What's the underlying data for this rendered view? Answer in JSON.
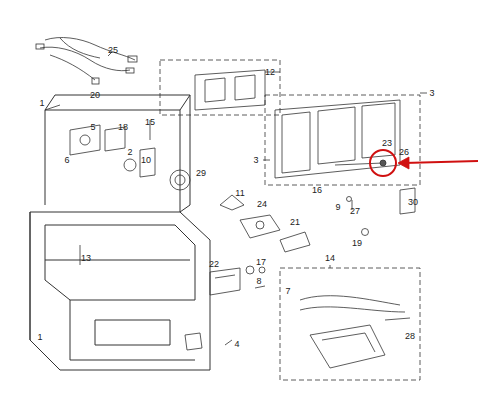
{
  "diagram": {
    "labels": [
      "25",
      "20",
      "12",
      "1",
      "5",
      "18",
      "15",
      "3",
      "3",
      "6",
      "2",
      "10",
      "23",
      "26",
      "29",
      "16",
      "9",
      "27",
      "30",
      "11",
      "24",
      "21",
      "19",
      "13",
      "22",
      "17",
      "8",
      "14",
      "7",
      "28",
      "1",
      "4"
    ]
  }
}
